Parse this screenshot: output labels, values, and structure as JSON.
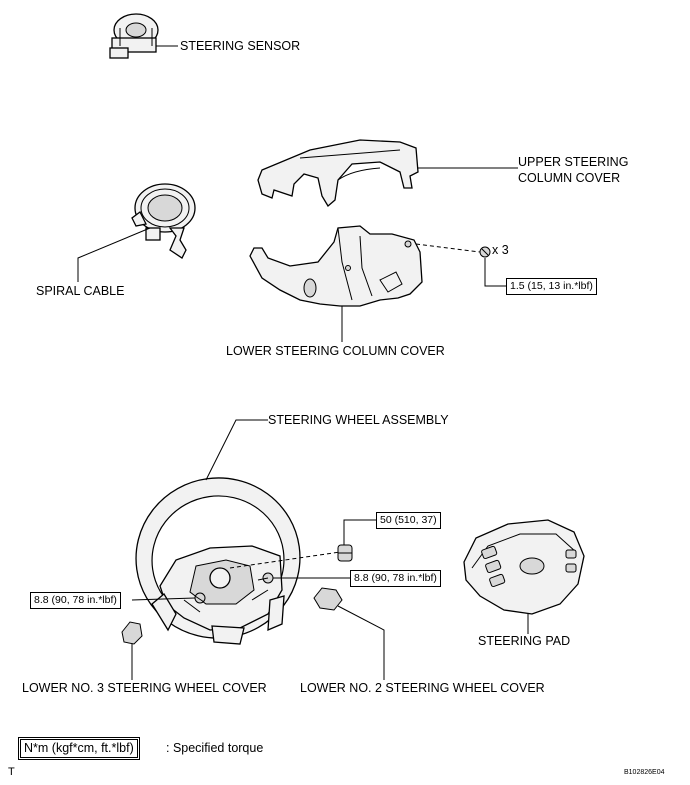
{
  "labels": {
    "steering_sensor": "STEERING SENSOR",
    "upper_cover_line1": "UPPER STEERING",
    "upper_cover_line2": "COLUMN COVER",
    "spiral_cable": "SPIRAL CABLE",
    "lower_column_cover": "LOWER STEERING COLUMN COVER",
    "steering_wheel_assembly": "STEERING WHEEL ASSEMBLY",
    "steering_pad": "STEERING PAD",
    "lower_no3_cover": "LOWER NO. 3 STEERING WHEEL COVER",
    "lower_no2_cover": "LOWER NO. 2 STEERING WHEEL COVER"
  },
  "torques": {
    "column_screw": "1.5 (15, 13 in.*lbf)",
    "screw_quantity": "x 3",
    "wheel_nut": "50 (510, 37)",
    "pad_screw_right": "8.8 (90, 78 in.*lbf)",
    "pad_screw_left": "8.8 (90, 78 in.*lbf)"
  },
  "legend": {
    "unit": "N*m (kgf*cm, ft.*lbf)",
    "meaning": ": Specified torque"
  },
  "corner_letter": "T",
  "figure_id": "B102826E04"
}
